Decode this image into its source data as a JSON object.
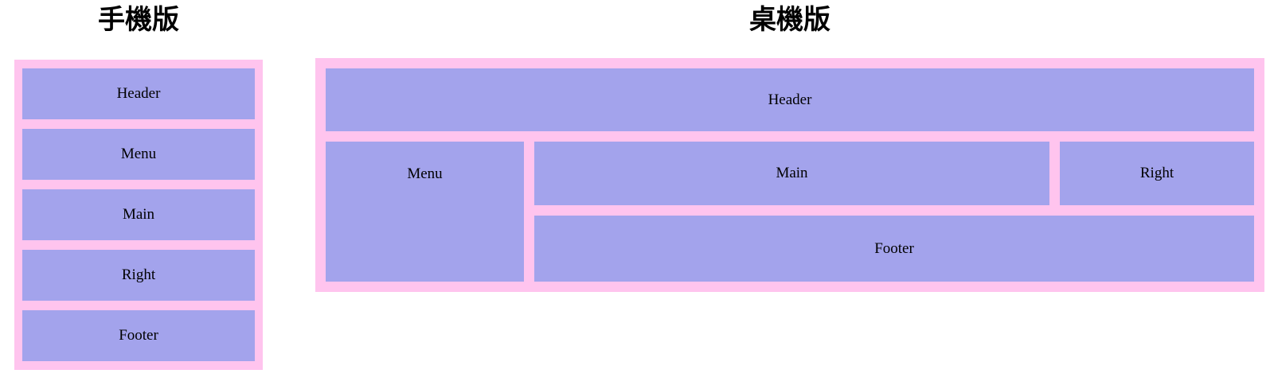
{
  "mobile": {
    "title": "手機版",
    "boxes": [
      {
        "id": "header",
        "label": "Header"
      },
      {
        "id": "menu",
        "label": "Menu"
      },
      {
        "id": "main",
        "label": "Main"
      },
      {
        "id": "right",
        "label": "Right"
      },
      {
        "id": "footer",
        "label": "Footer"
      }
    ]
  },
  "desktop": {
    "title": "桌機版",
    "areas": {
      "header": "Header",
      "menu": "Menu",
      "main": "Main",
      "right": "Right",
      "footer": "Footer"
    }
  },
  "colors": {
    "container_bg": "#ffc4ee",
    "box_bg": "#a3a3ec",
    "text": "#000000"
  }
}
